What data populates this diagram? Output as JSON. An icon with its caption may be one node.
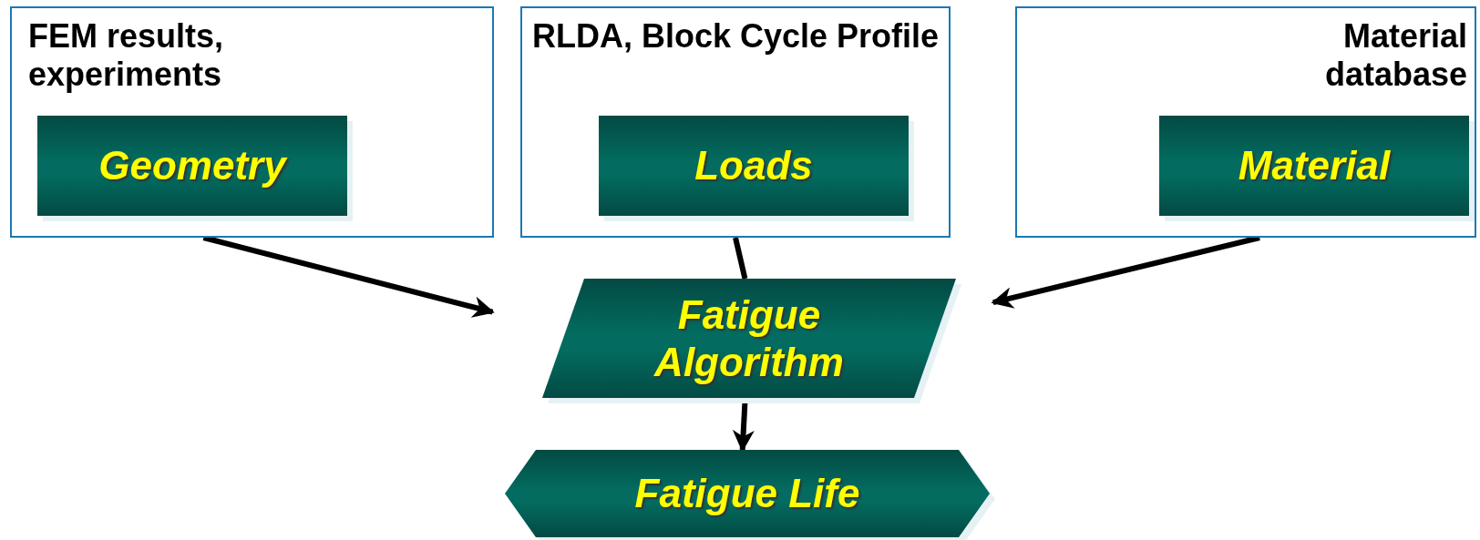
{
  "diagram": {
    "nodes": [
      {
        "text": [
          "FEM results, experiments"
        ]
      },
      {
        "text": [
          "Geometry"
        ],
        "in": 0
      },
      {
        "text": [
          "RLDA, Block Cycle Profile"
        ]
      },
      {
        "text": [
          "Loads"
        ],
        "in": 2
      },
      {
        "text": [
          "Material database"
        ]
      },
      {
        "text": [
          "Material"
        ],
        "in": 4
      },
      {
        "text": [
          "Fatigue Algorithm"
        ]
      },
      {
        "text": [
          "Fatigue Life"
        ]
      }
    ],
    "edges": [
      {
        "from": 0,
        "to": 6,
        "arrow": "to"
      },
      {
        "from": 2,
        "to": 6,
        "arrow": "none"
      },
      {
        "from": 4,
        "to": 6,
        "arrow": "to"
      },
      {
        "from": 6,
        "to": 7,
        "arrow": "to"
      }
    ]
  }
}
